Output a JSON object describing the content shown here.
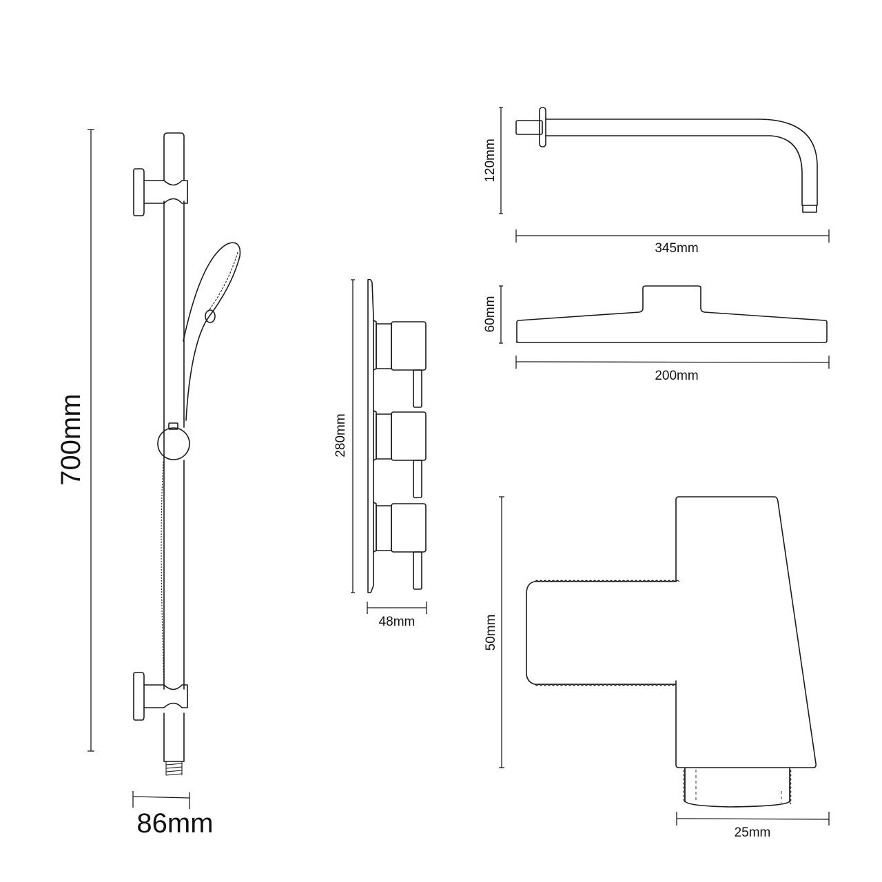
{
  "diagram": {
    "type": "technical-dimension-drawing",
    "background": "#ffffff",
    "line_color": "#1a1a1a",
    "components": [
      {
        "id": "slide-rail-kit",
        "name": "Shower slide rail with handset and hose",
        "dimensions": {
          "height": "700mm",
          "width": "86mm"
        }
      },
      {
        "id": "concealed-valve",
        "name": "Triple concealed thermostatic valve (side view)",
        "dimensions": {
          "height": "280mm",
          "depth": "48mm"
        }
      },
      {
        "id": "shower-arm",
        "name": "Wall-mounted shower arm",
        "dimensions": {
          "height": "120mm",
          "length": "345mm"
        }
      },
      {
        "id": "shower-head",
        "name": "Fixed shower head (side profile)",
        "dimensions": {
          "height": "60mm",
          "width": "200mm"
        }
      },
      {
        "id": "wall-outlet",
        "name": "Wall outlet elbow",
        "dimensions": {
          "height": "50mm",
          "width": "25mm"
        }
      }
    ]
  },
  "labels": {
    "rail_height": "700mm",
    "rail_width": "86mm",
    "valve_height": "280mm",
    "valve_depth": "48mm",
    "arm_height": "120mm",
    "arm_length": "345mm",
    "head_height": "60mm",
    "head_width": "200mm",
    "outlet_height": "50mm",
    "outlet_width": "25mm"
  }
}
